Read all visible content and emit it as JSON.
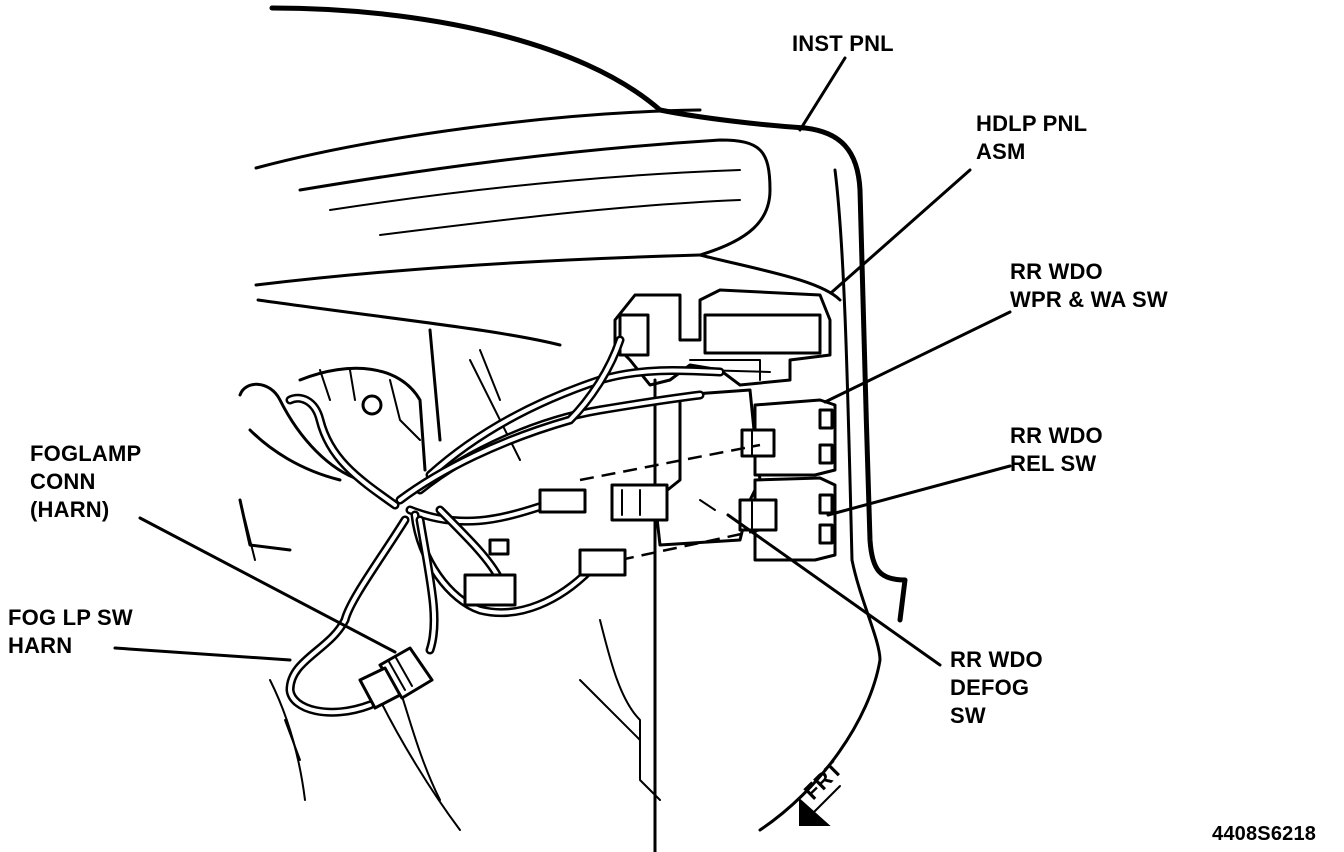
{
  "figure_id": "4408S6218",
  "direction_marker": "FRT",
  "labels": {
    "inst_pnl": [
      "INST PNL"
    ],
    "hdlp_pnl_asm": [
      "HDLP PNL",
      "ASM"
    ],
    "rr_wdo_wpr_wa_sw": [
      "RR WDO",
      "WPR & WA SW"
    ],
    "rr_wdo_rel_sw": [
      "RR WDO",
      "REL SW"
    ],
    "foglamp_conn_harn": [
      "FOGLAMP",
      "CONN",
      "(HARN)"
    ],
    "fog_lp_sw_harn": [
      "FOG LP SW",
      "HARN"
    ],
    "rr_wdo_defog_sw": [
      "RR WDO",
      "DEFOG",
      "SW"
    ]
  }
}
